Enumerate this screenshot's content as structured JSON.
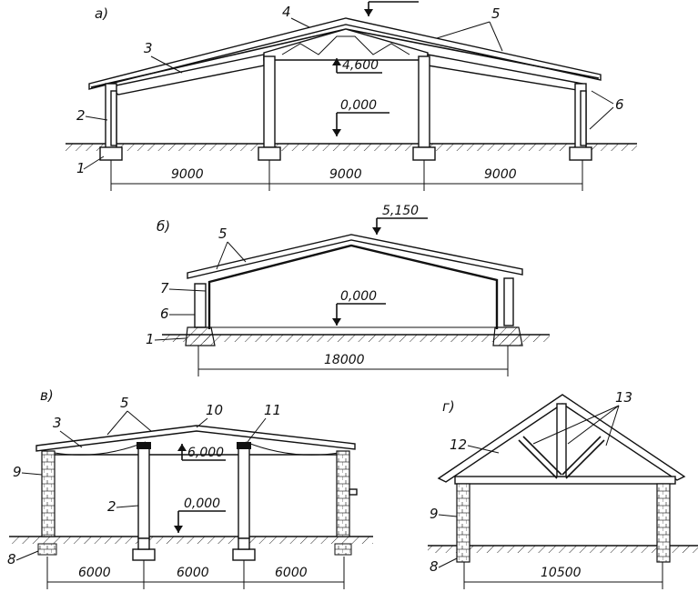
{
  "views": {
    "a": {
      "letter": "a)",
      "callouts": [
        "1",
        "2",
        "3",
        "4",
        "5",
        "6"
      ],
      "marks": {
        "top": "",
        "mid": "4,600",
        "floor": "0,000"
      },
      "dimensions": [
        "9000",
        "9000",
        "9000"
      ]
    },
    "b": {
      "letter": "б)",
      "callouts": [
        "5",
        "7",
        "6",
        "1"
      ],
      "marks": {
        "top": "5,150",
        "floor": "0,000"
      },
      "dimensions": [
        "18000"
      ]
    },
    "v": {
      "letter": "в)",
      "callouts": [
        "3",
        "5",
        "10",
        "11",
        "9",
        "2",
        "8"
      ],
      "marks": {
        "mid": "6,000",
        "floor": "0,000"
      },
      "dimensions": [
        "6000",
        "6000",
        "6000"
      ]
    },
    "g": {
      "letter": "г)",
      "callouts": [
        "13",
        "12",
        "9",
        "8"
      ],
      "dimensions": [
        "10500"
      ]
    }
  }
}
